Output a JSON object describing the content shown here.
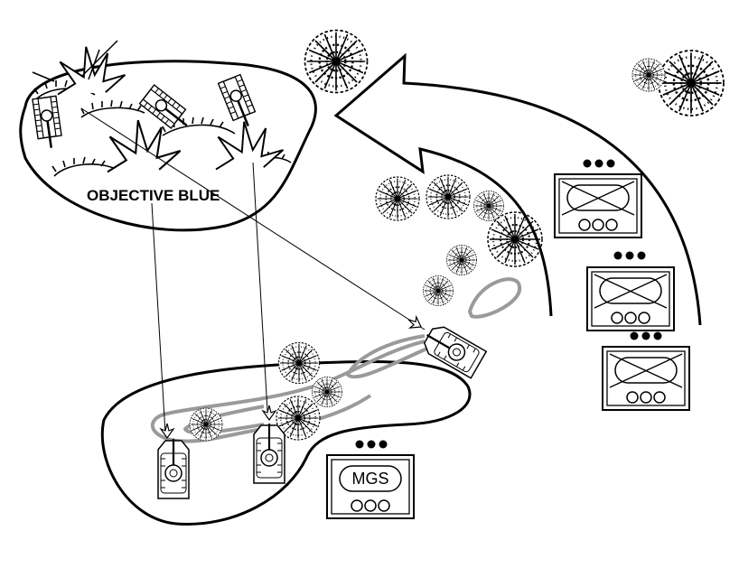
{
  "objective": {
    "label": "OBJECTIVE BLUE"
  },
  "units": {
    "mgs_label": "MGS",
    "size_indicator": "•••"
  },
  "colors": {
    "ink": "#000000",
    "trail": "#9a9a9a",
    "paper": "#ffffff"
  },
  "icons": [
    "tank-icon",
    "stryker-vehicle-icon",
    "tree-icon",
    "explosion-icon",
    "infantry-unit-symbol",
    "mgs-unit-symbol",
    "movement-arrow-icon"
  ]
}
